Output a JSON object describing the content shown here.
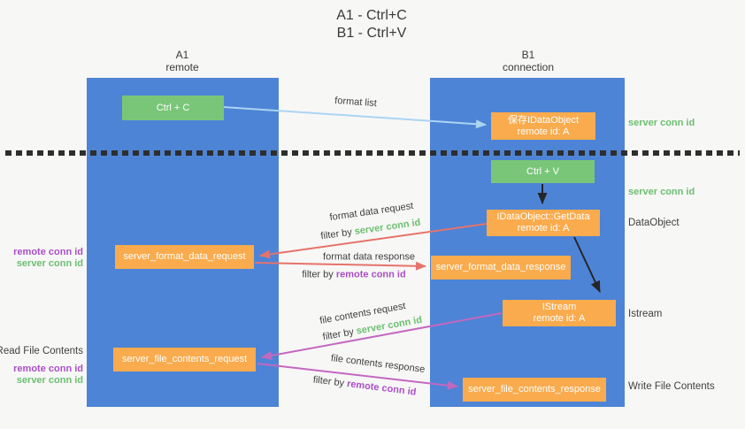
{
  "title": {
    "line1": "A1 - Ctrl+C",
    "line2": "B1 - Ctrl+V"
  },
  "lanes": {
    "left": {
      "name": "A1",
      "subtitle": "remote"
    },
    "right": {
      "name": "B1",
      "subtitle": "connection"
    }
  },
  "nodes": {
    "ctrl_c": {
      "label": "Ctrl + C"
    },
    "save_dataobject": {
      "line1": "保存IDataObject",
      "line2": "remote id: A"
    },
    "ctrl_v": {
      "label": "Ctrl + V"
    },
    "getdata": {
      "line1": "IDataObject::GetData",
      "line2": "remote id: A"
    },
    "format_request": {
      "label": "server_format_data_request"
    },
    "format_response": {
      "label": "server_format_data_response"
    },
    "istream": {
      "line1": "IStream",
      "line2": "remote id: A"
    },
    "file_request": {
      "label": "server_file_contents_request"
    },
    "file_response": {
      "label": "server_file_contents_response"
    }
  },
  "edges": {
    "format_list": {
      "label": "format list"
    },
    "format_data_request": {
      "label": "format data request",
      "filter_prefix": "filter by",
      "filter_value": "server conn id"
    },
    "format_data_response": {
      "label": "format data response",
      "filter_prefix": "filter by",
      "filter_value": "remote conn id"
    },
    "file_contents_request": {
      "label": "file contents request",
      "filter_prefix": "filter by",
      "filter_value": "server conn id"
    },
    "file_contents_response": {
      "label": "file contents response",
      "filter_prefix": "filter by",
      "filter_value": "remote conn id"
    }
  },
  "side_labels": {
    "right_top_server_conn_id": "server conn id",
    "right_mid_server_conn_id": "server conn id",
    "right_dataobject": "DataObject",
    "right_istream": "Istream",
    "right_write_file_contents": "Write File Contents",
    "left_remote_conn_id_top": "remote conn id",
    "left_server_conn_id_top": "server conn id",
    "left_read_file_contents": "Read File Contents",
    "left_remote_conn_id_bottom": "remote conn id",
    "left_server_conn_id_bottom": "server conn id"
  },
  "colors": {
    "lane_blue": "#4d84d6",
    "box_green": "#79c679",
    "box_orange": "#f9ab4d",
    "arrow_light_blue": "#abd4f3",
    "arrow_red": "#e5736b",
    "arrow_magenta": "#c368c0",
    "arrow_black": "#262626",
    "text_green": "#6cbf70",
    "text_purple": "#ab4fc6",
    "text_dark": "#3f3f3f"
  }
}
